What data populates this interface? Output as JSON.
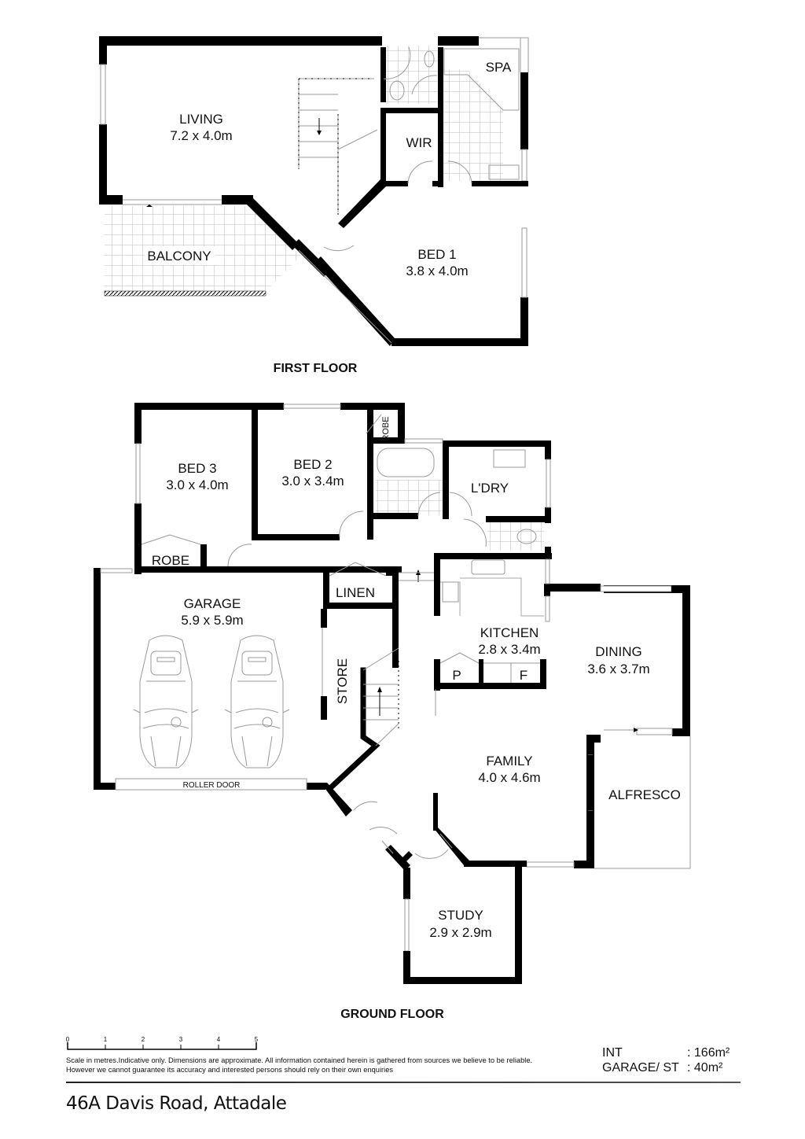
{
  "floors": {
    "first": {
      "title": "FIRST FLOOR",
      "rooms": [
        {
          "name": "LIVING",
          "dims": "7.2 x 4.0m"
        },
        {
          "name": "WIR",
          "dims": ""
        },
        {
          "name": "SPA",
          "dims": ""
        },
        {
          "name": "BALCONY",
          "dims": ""
        },
        {
          "name": "BED 1",
          "dims": "3.8 x 4.0m"
        }
      ]
    },
    "ground": {
      "title": "GROUND FLOOR",
      "rooms": [
        {
          "name": "BED 3",
          "dims": "3.0 x 4.0m"
        },
        {
          "name": "BED 2",
          "dims": "3.0 x 3.4m"
        },
        {
          "name": "ROBE",
          "dims": ""
        },
        {
          "name": "ROBE",
          "dims": ""
        },
        {
          "name": "L'DRY",
          "dims": ""
        },
        {
          "name": "LINEN",
          "dims": ""
        },
        {
          "name": "GARAGE",
          "dims": "5.9 x 5.9m"
        },
        {
          "name": "STORE",
          "dims": ""
        },
        {
          "name": "KITCHEN",
          "dims": "2.8 x 3.4m"
        },
        {
          "name": "P",
          "dims": ""
        },
        {
          "name": "F",
          "dims": ""
        },
        {
          "name": "DINING",
          "dims": "3.6 x 3.7m"
        },
        {
          "name": "FAMILY",
          "dims": "4.0 x 4.6m"
        },
        {
          "name": "ALFRESCO",
          "dims": ""
        },
        {
          "name": "STUDY",
          "dims": "2.9 x 2.9m"
        }
      ],
      "roller_door_label": "ROLLER DOOR",
      "vehicles": 2
    }
  },
  "scale_bar": {
    "ticks": [
      "0",
      "1",
      "2",
      "3",
      "4",
      "5"
    ],
    "unit": "metres"
  },
  "disclaimer": "Scale in metres.Indicative only. Dimensions are approximate. All information contained herein is gathered from sources we believe to be reliable. However we cannot guarantee its accuracy and interested persons should rely on their own enquiries",
  "areas": [
    {
      "label": "INT",
      "value": ": 166m²"
    },
    {
      "label": "GARAGE/ ST",
      "value": ": 40m²"
    }
  ],
  "address": "46A Davis Road, Attadale"
}
